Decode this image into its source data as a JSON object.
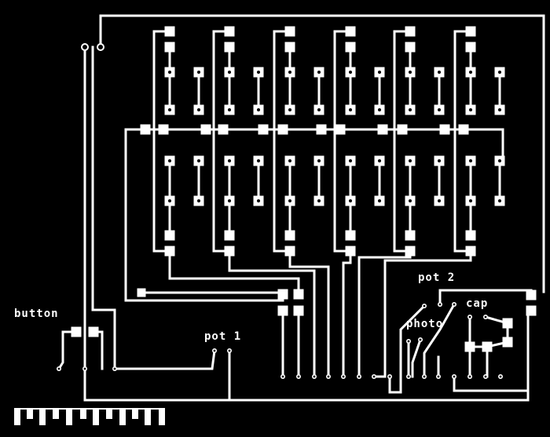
{
  "board": {
    "background": "#000000",
    "trace_color": "#ffffff",
    "labels": {
      "button": "button",
      "pot1": "pot 1",
      "pot2": "pot 2",
      "photo": "photo",
      "cap": "cap"
    }
  }
}
